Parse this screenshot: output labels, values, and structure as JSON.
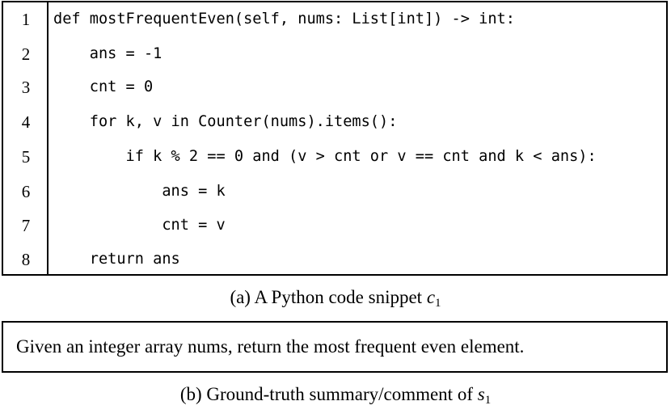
{
  "code_snippet": {
    "lines": [
      {
        "no": "1",
        "text": "def mostFrequentEven(self, nums: List[int]) -> int:"
      },
      {
        "no": "2",
        "text": "    ans = -1"
      },
      {
        "no": "3",
        "text": "    cnt = 0"
      },
      {
        "no": "4",
        "text": "    for k, v in Counter(nums).items():"
      },
      {
        "no": "5",
        "text": "        if k % 2 == 0 and (v > cnt or v == cnt and k < ans):"
      },
      {
        "no": "6",
        "text": "            ans = k"
      },
      {
        "no": "7",
        "text": "            cnt = v"
      },
      {
        "no": "8",
        "text": "    return ans"
      }
    ]
  },
  "caption_a": {
    "prefix": "(a) A Python code snippet ",
    "var": "c",
    "sub": "1"
  },
  "summary": {
    "text": "Given an integer array nums, return the most frequent even element."
  },
  "caption_b": {
    "prefix": "(b) Ground-truth summary/comment of ",
    "var": "s",
    "sub": "1"
  }
}
